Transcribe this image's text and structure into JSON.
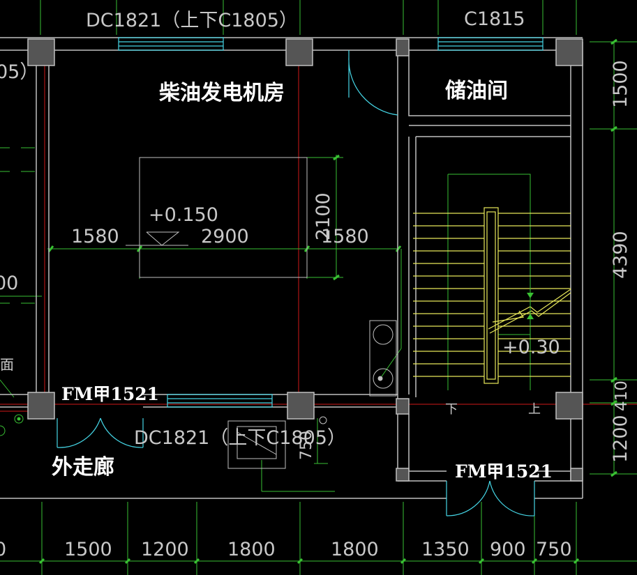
{
  "colors": {
    "background": "#000000",
    "dimension_green": "#39c133",
    "wall_gray": "#c0c0c0",
    "window_cyan": "#45d6e6",
    "axis_red": "#d01818",
    "stair_yellow": "#e8e85a",
    "text_white": "#ffffff",
    "label_gray": "#c8c8c8"
  },
  "windows": {
    "top_left_label": "DC1821（上下C1805）",
    "top_right_label": "C1815",
    "bottom_label": "DC1821（上下C1805）",
    "left_partial_label": "05）"
  },
  "rooms": {
    "generator_room": "柴油发电机房",
    "oil_storage": "储油间",
    "corridor": "外走廊"
  },
  "doors": {
    "left_door": "FM甲1521",
    "right_door": "FM甲1521"
  },
  "equipment": {
    "elevation": "+0.150",
    "width": "2900",
    "depth": "2100",
    "clear_left": "1580",
    "clear_right": "1580",
    "pit_dim": "750"
  },
  "stair": {
    "elevation": "+0.30",
    "down": "下",
    "up": "上"
  },
  "right_dimensions": [
    "1500",
    "4390",
    "410",
    "1200"
  ],
  "bottom_dimensions": [
    "0",
    "1500",
    "1200",
    "1800",
    "1800",
    "1350",
    "900",
    "750"
  ],
  "left_fragments": {
    "dim_partial": "00",
    "label_partial": "面"
  }
}
